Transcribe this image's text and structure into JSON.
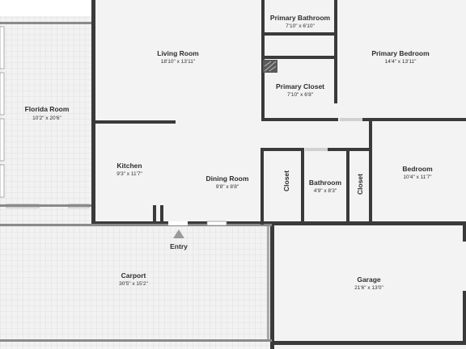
{
  "plan": {
    "rooms": [
      {
        "id": "florida-room",
        "name": "Florida Room",
        "dims": "10'2\" x 20'6\""
      },
      {
        "id": "living-room",
        "name": "Living Room",
        "dims": "18'10\" x 13'11\""
      },
      {
        "id": "primary-bathroom",
        "name": "Primary Bathroom",
        "dims": "7'10\" x 6'10\""
      },
      {
        "id": "primary-bedroom",
        "name": "Primary Bedroom",
        "dims": "14'4\" x 13'11\""
      },
      {
        "id": "primary-closet",
        "name": "Primary Closet",
        "dims": "7'10\" x 6'8\""
      },
      {
        "id": "kitchen",
        "name": "Kitchen",
        "dims": "9'3\" x 11'7\""
      },
      {
        "id": "dining-room",
        "name": "Dining Room",
        "dims": "9'8\" x 8'8\""
      },
      {
        "id": "bathroom",
        "name": "Bathroom",
        "dims": "4'9\" x 8'3\""
      },
      {
        "id": "bedroom",
        "name": "Bedroom",
        "dims": "10'4\" x 11'7\""
      },
      {
        "id": "carport",
        "name": "Carport",
        "dims": "30'5\" x 15'2\""
      },
      {
        "id": "garage",
        "name": "Garage",
        "dims": "21'6\" x 13'0\""
      }
    ],
    "closets": [
      "Closet",
      "Closet"
    ],
    "entry_label": "Entry"
  }
}
